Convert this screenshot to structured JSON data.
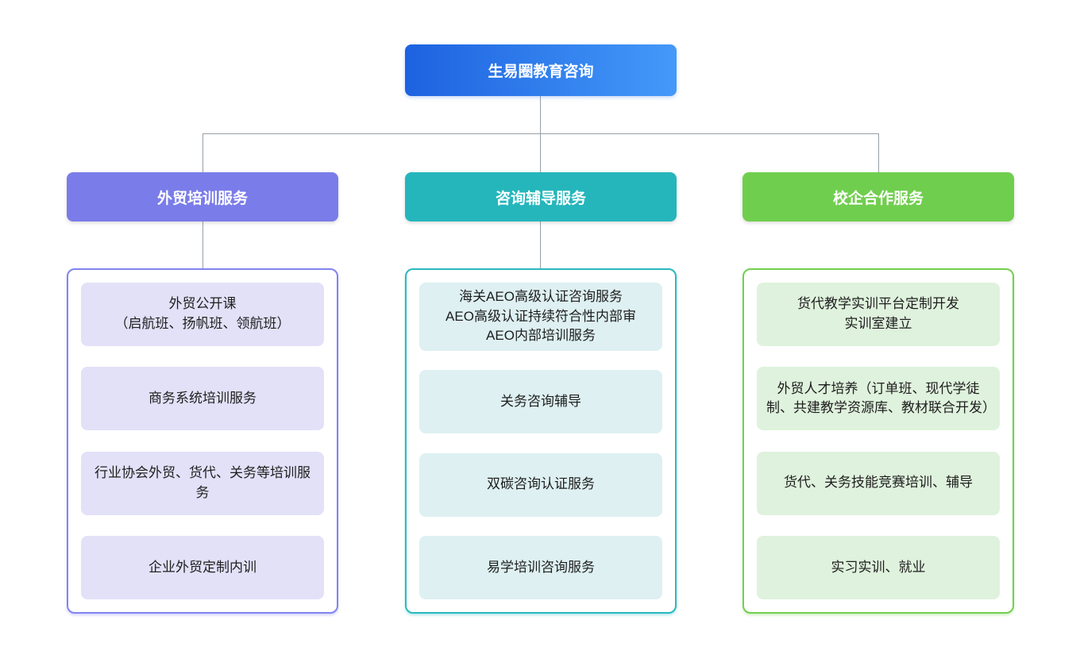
{
  "page": {
    "background_color": "#ffffff",
    "connector_color": "#98a0a8"
  },
  "diagram": {
    "type": "org-chart",
    "root": {
      "label": "生易圈教育咨询",
      "gradient_start": "#1d62e0",
      "gradient_end": "#4499f9",
      "text_color": "#ffffff"
    },
    "branches": [
      {
        "label": "外贸培训服务",
        "header_color": "#7a7ce9",
        "border_color": "#8185ee",
        "item_bg_color": "#e3e1f8",
        "items": [
          "外贸公开课\n（启航班、扬帆班、领航班）",
          "商务系统培训服务",
          "行业协会外贸、货代、关务等培训服务",
          "企业外贸定制内训"
        ]
      },
      {
        "label": "咨询辅导服务",
        "header_color": "#25b6bc",
        "border_color": "#2ab9bf",
        "item_bg_color": "#def0f2",
        "items": [
          "海关AEO高级认证咨询服务\nAEO高级认证持续符合性内部审\nAEO内部培训服务",
          "关务咨询辅导",
          "双碳咨询认证服务",
          "易学培训咨询服务"
        ]
      },
      {
        "label": "校企合作服务",
        "header_color": "#70ce4e",
        "border_color": "#73cf51",
        "item_bg_color": "#dff2dd",
        "items": [
          "货代教学实训平台定制开发\n实训室建立",
          "外贸人才培养（订单班、现代学徒制、共建教学资源库、教材联合开发）",
          "货代、关务技能竞赛培训、辅导",
          "实习实训、就业"
        ]
      }
    ]
  }
}
